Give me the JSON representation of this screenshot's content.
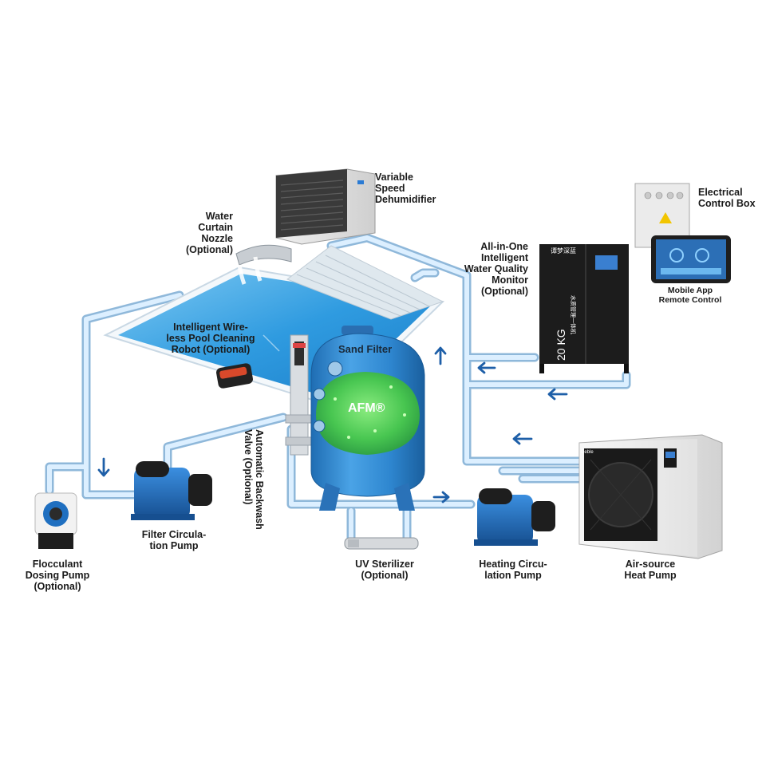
{
  "colors": {
    "pipe": "#cfe6f7",
    "pipe_edge": "#8fb8da",
    "arrow": "#1e5fa8",
    "pool_water": "#2f9be0",
    "tank_blue": "#2e86cf",
    "afm_green": "#49c94a",
    "pump_blue": "#1f6fc0",
    "dark_panel": "#1c1c1c",
    "heat_pump_body": "#e8e8e8"
  },
  "labels": {
    "dehumidifier": "Variable\nSpeed\nDehumidifier",
    "water_curtain": "Water\nCurtain\nNozzle\n(Optional)",
    "electrical_box": "Electrical\nControl Box",
    "mobile_app": "Mobile App\nRemote Control",
    "water_monitor": "All-in-One\nIntelligent\nWater Quality\nMonitor\n(Optional)",
    "robot": "Intelligent Wire-\nless Pool Cleaning\nRobot (Optional)",
    "sand_filter": "Sand Filter",
    "afm": "AFM®",
    "backwash_valve": "Automatic Backwash\nValve (Optional)",
    "flocculant": "Flocculant\nDosing Pump\n(Optional)",
    "filter_pump": "Filter Circula-\ntion Pump",
    "uv": "UV Sterilizer\n(Optional)",
    "heating_pump": "Heating Circu-\nlation Pump",
    "heat_pump": "Air-source\nHeat Pump"
  },
  "device_text": {
    "monitor_brand": "谭梦深蓝",
    "monitor_model": "20 KG",
    "monitor_vertical": "水质管理一体机",
    "heat_pump_brand": "Deble"
  },
  "icons": {
    "flow_arrow": "arrow-icon",
    "dehumidifier": "dehumidifier-icon",
    "control_box": "control-box-icon",
    "tablet": "tablet-icon",
    "robot": "pool-robot-icon",
    "pump": "pump-icon"
  }
}
